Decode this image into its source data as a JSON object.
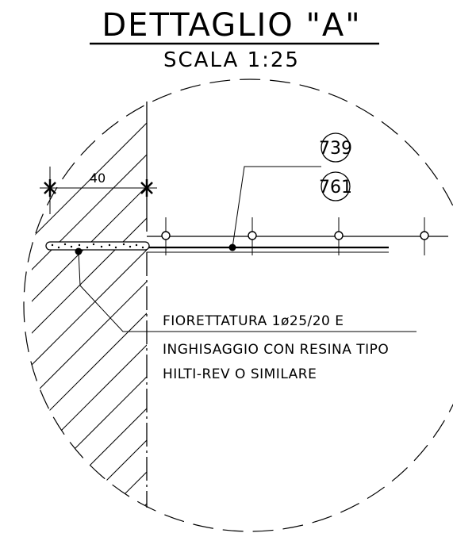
{
  "drawing": {
    "title": "DETTAGLIO \"A\"",
    "scale": "SCALA 1:25"
  },
  "callouts": {
    "top": "739",
    "bottom": "761"
  },
  "dimension": {
    "value": "40"
  },
  "note": {
    "line1": "FIORETTATURA 1ø25/20 E",
    "line2": "INGHISAGGIO CON RESINA TIPO",
    "line3": "HILTI-REV O SIMILARE"
  },
  "colors": {
    "ink": "#000000",
    "background": "#ffffff"
  }
}
